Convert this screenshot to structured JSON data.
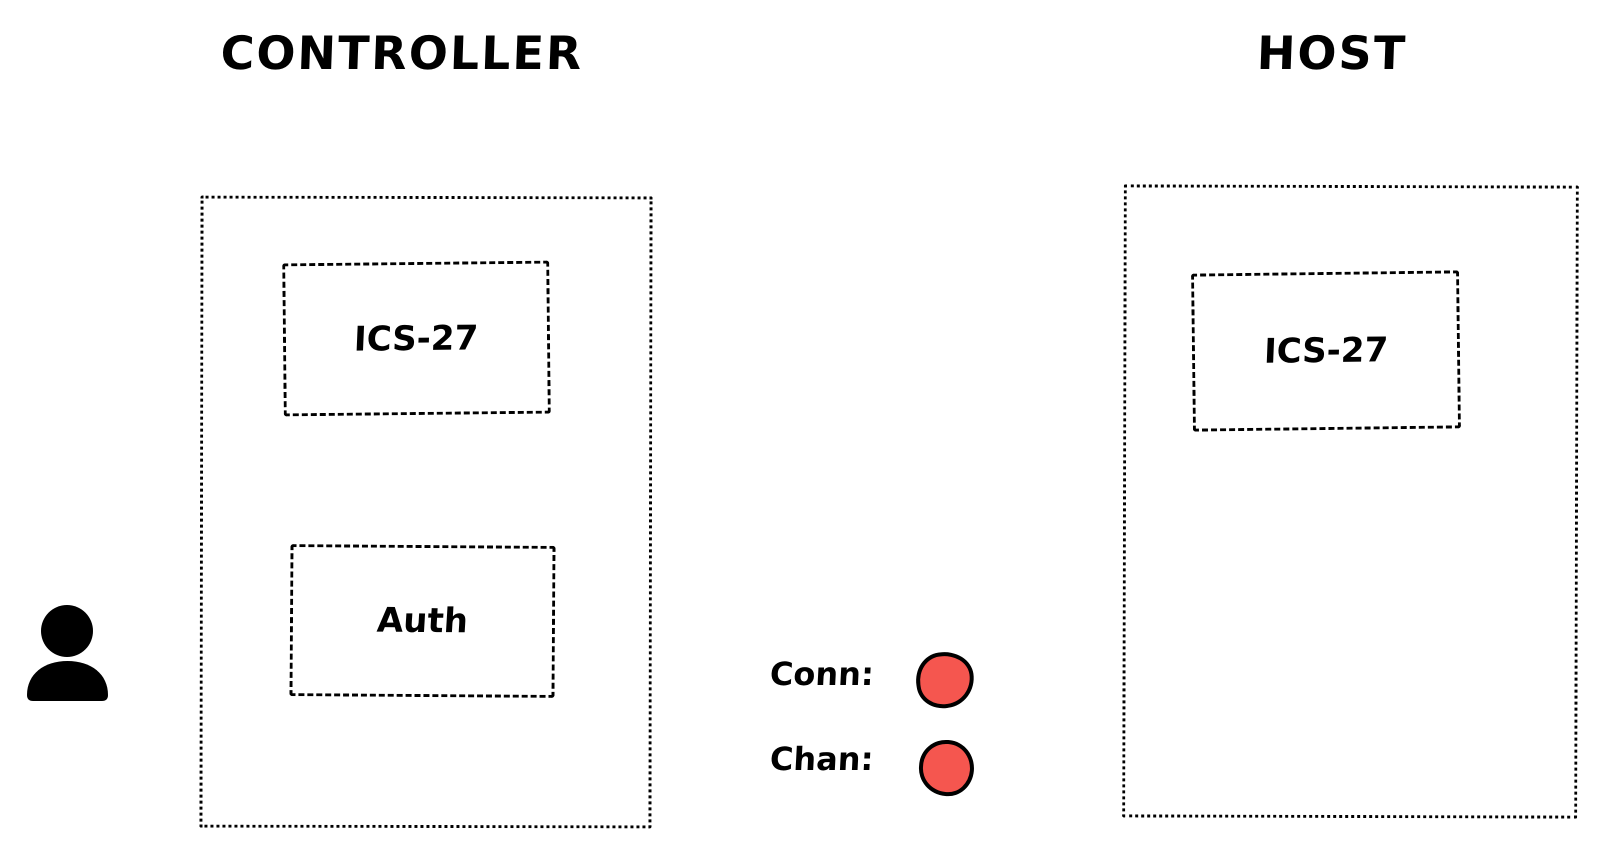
{
  "canvas": {
    "background": "#ffffff",
    "stroke_color": "#000000"
  },
  "controller": {
    "title": "CONTROLLER",
    "modules": [
      {
        "label": "ICS-27"
      },
      {
        "label": "Auth"
      }
    ]
  },
  "host": {
    "title": "HOST",
    "modules": [
      {
        "label": "ICS-27"
      }
    ]
  },
  "status": {
    "rows": [
      {
        "label": "Conn:",
        "state_color": "#f5564f"
      },
      {
        "label": "Chan:",
        "state_color": "#f5564f"
      }
    ]
  },
  "icons": {
    "user": "user-silhouette-icon"
  }
}
